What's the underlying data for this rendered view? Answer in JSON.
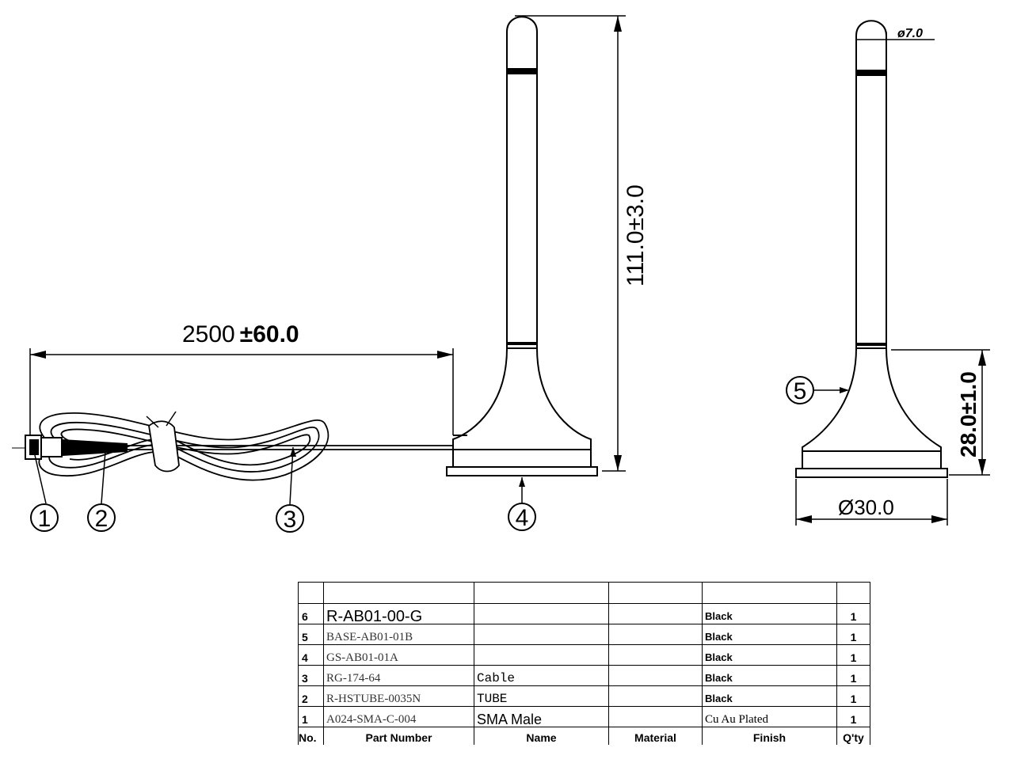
{
  "dimensions": {
    "cable_length": "2500",
    "cable_tolerance": "±60.0",
    "antenna_height": "111.0±3.0",
    "whip_diameter": "ø7.0",
    "base_height": "28.0±1.0",
    "base_diameter": "Ø30.0"
  },
  "callouts": [
    "1",
    "2",
    "3",
    "4",
    "5"
  ],
  "bom": {
    "headers": {
      "no": "No.",
      "part_number": "Part Number",
      "name": "Name",
      "material": "Material",
      "finish": "Finish",
      "qty": "Q'ty"
    },
    "rows": [
      {
        "no": "6",
        "part_number": "R-AB01-00-G",
        "name": "",
        "material": "",
        "finish": "Black",
        "qty": "1"
      },
      {
        "no": "5",
        "part_number": "BASE-AB01-01B",
        "name": "",
        "material": "",
        "finish": "Black",
        "qty": "1"
      },
      {
        "no": "4",
        "part_number": "GS-AB01-01A",
        "name": "",
        "material": "",
        "finish": "Black",
        "qty": "1"
      },
      {
        "no": "3",
        "part_number": "RG-174-64",
        "name": "Cable",
        "material": "",
        "finish": "Black",
        "qty": "1"
      },
      {
        "no": "2",
        "part_number": "R-HSTUBE-0035N",
        "name": "TUBE",
        "material": "",
        "finish": "Black",
        "qty": "1"
      },
      {
        "no": "1",
        "part_number": "A024-SMA-C-004",
        "name": "SMA Male",
        "material": "",
        "finish": "Cu Au Plated",
        "qty": "1"
      }
    ]
  }
}
